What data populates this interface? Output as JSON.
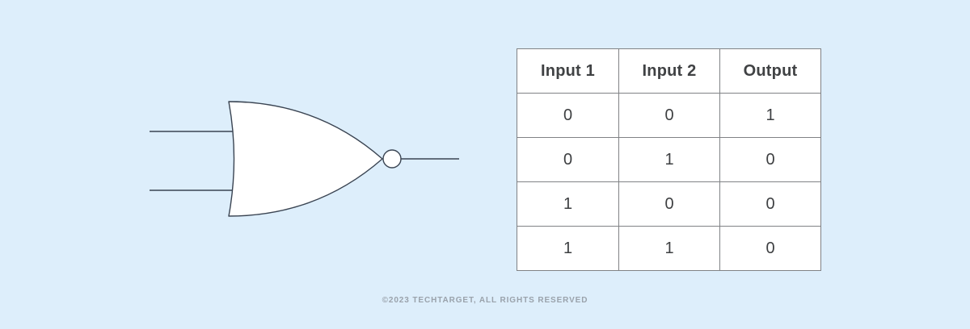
{
  "page": {
    "background_color": "#ddeefb",
    "copyright": "©2023 TECHTARGET, ALL RIGHTS RESERVED"
  },
  "diagram": {
    "name": "nor-gate-symbol",
    "gate_type": "NOR",
    "outline_color": "#3a4452",
    "fill_color": "#ffffff",
    "wire_color": "#3a4452",
    "inputs": [
      {
        "label": "Input 1",
        "wire": "input-wire-1"
      },
      {
        "label": "Input 2",
        "wire": "input-wire-2"
      }
    ],
    "output": {
      "label": "Output",
      "wire": "output-wire",
      "inverted": true,
      "bubble": "inversion-bubble"
    }
  },
  "table": {
    "name": "truth-table",
    "border_color": "#808285",
    "header_text_color": "#404244",
    "cell_text_color": "#3d3f41",
    "columns": [
      "Input 1",
      "Input 2",
      "Output"
    ],
    "rows": [
      [
        "0",
        "0",
        "1"
      ],
      [
        "0",
        "1",
        "0"
      ],
      [
        "1",
        "0",
        "0"
      ],
      [
        "1",
        "1",
        "0"
      ]
    ]
  }
}
